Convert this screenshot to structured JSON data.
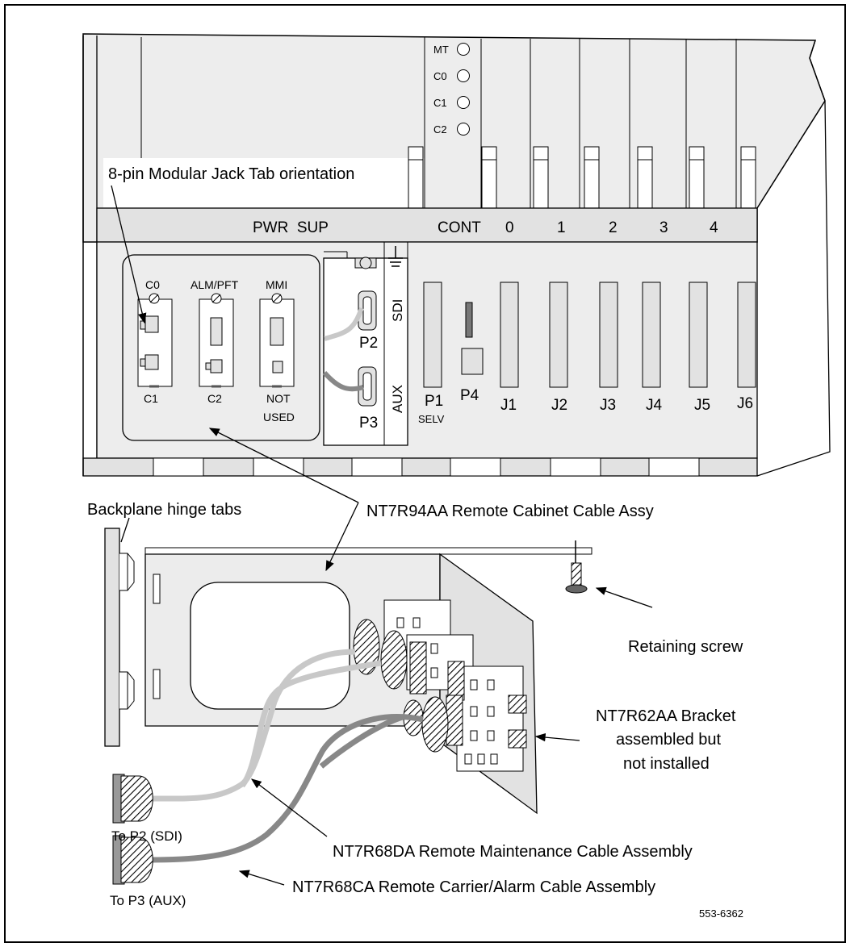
{
  "top_labels": {
    "tab_orientation": "8-pin Modular Jack Tab orientation",
    "pwr_sup": "PWR  SUP",
    "cont": "CONT",
    "slots": [
      "0",
      "1",
      "2",
      "3",
      "4"
    ]
  },
  "leds": [
    "MT",
    "C0",
    "C1",
    "C2"
  ],
  "panel_labels": {
    "c0": "C0",
    "alm_pft": "ALM/PFT",
    "mmi": "MMI",
    "c1": "C1",
    "c2": "C2",
    "not": "NOT",
    "used": "USED",
    "sdi": "SDI",
    "aux": "AUX",
    "p2": "P2",
    "p3": "P3",
    "p1": "P1",
    "selv": "SELV",
    "p4": "P4"
  },
  "jacks": [
    "J1",
    "J2",
    "J3",
    "J4",
    "J5",
    "J6"
  ],
  "callouts": {
    "hinge_tabs": "Backplane hinge tabs",
    "remote_cabinet": "NT7R94AA Remote Cabinet Cable Assy",
    "retaining_screw": "Retaining screw",
    "bracket_1": "NT7R62AA Bracket",
    "bracket_2": "assembled but",
    "bracket_3": "not installed",
    "to_p2": "To P2 (SDI)",
    "to_p3": "To P3 (AUX)",
    "maintenance_cable": "NT7R68DA Remote Maintenance Cable Assembly",
    "carrier_cable": "NT7R68CA Remote Carrier/Alarm Cable Assembly",
    "figure_number": "553-6362"
  }
}
